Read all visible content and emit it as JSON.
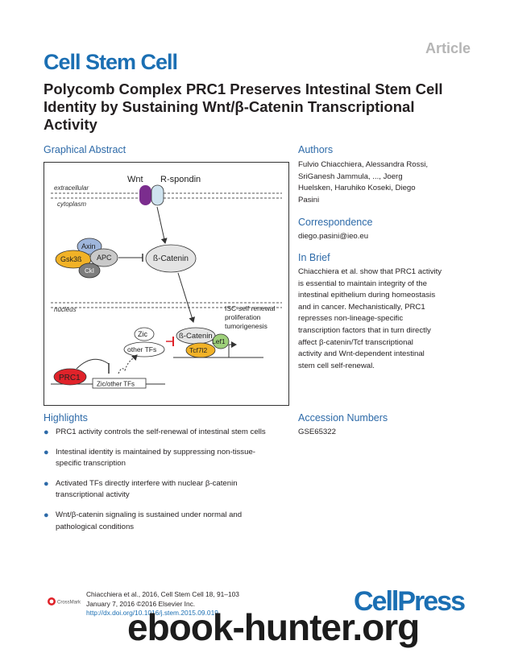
{
  "header": {
    "article_tag": "Article",
    "journal": "Cell Stem Cell",
    "title": "Polycomb Complex PRC1 Preserves Intestinal Stem Cell Identity by Sustaining Wnt/β-Catenin Transcriptional Activity"
  },
  "graphical_abstract": {
    "heading": "Graphical Abstract",
    "labels": {
      "wnt": "Wnt",
      "rspondin": "R-spondin",
      "extracellular": "extracellular",
      "cytoplasm": "cytoplasm",
      "axin": "Axin",
      "gsk": "Gsk3ß",
      "apc": "APC",
      "cki": "CkI",
      "bcatenin_cyto": "ß-Catenin",
      "nucleus": "nucleus",
      "isc1": "ISC-self renewal",
      "isc2": "proliferation",
      "isc3": "tumorigenesis",
      "zic": "Zic",
      "other_tfs": "other TFs",
      "bcatenin_nuc": "ß-Catenin",
      "lef1": "Lef1",
      "tcf7l2": "Tcf7l2",
      "prc1": "PRC1",
      "zic_other": "Zic/other TFs"
    },
    "colors": {
      "wnt": "#7b2d8e",
      "rspondin": "#cfe3ef",
      "axin": "#9fb6dc",
      "gsk": "#f1b227",
      "apc": "#c9c9c9",
      "cki": "#7d7d7d",
      "bcatenin": "#e4e4e4",
      "zic": "#ffffff",
      "tcf7l2": "#f1b227",
      "lef1": "#9ed07a",
      "prc1": "#e0232a",
      "inhibition": "#e0232a"
    }
  },
  "authors": {
    "heading": "Authors",
    "lines": [
      "Fulvio Chiacchiera, Alessandra Rossi,",
      "SriGanesh Jammula, ..., Joerg",
      "Huelsken, Haruhiko Koseki, Diego",
      "Pasini"
    ]
  },
  "correspondence": {
    "heading": "Correspondence",
    "email": "diego.pasini@ieo.eu"
  },
  "in_brief": {
    "heading": "In Brief",
    "lines": [
      "Chiacchiera et al. show that PRC1 activity",
      "is essential to maintain integrity of the",
      "intestinal epithelium during homeostasis",
      "and in cancer. Mechanistically, PRC1",
      "represses non-lineage-specific",
      "transcription factors that in turn directly",
      "affect β-catenin/Tcf transcriptional",
      "activity and Wnt-dependent intestinal",
      "stem cell self-renewal."
    ]
  },
  "highlights": {
    "heading": "Highlights",
    "items": [
      [
        "PRC1 activity controls the self-renewal of intestinal stem cells"
      ],
      [
        "Intestinal identity is maintained by suppressing non-tissue-",
        "specific transcription"
      ],
      [
        "Activated TFs directly interfere with nuclear β-catenin",
        "transcriptional activity"
      ],
      [
        "Wnt/β-catenin signaling is sustained under normal and",
        "pathological conditions"
      ]
    ]
  },
  "accession": {
    "heading": "Accession Numbers",
    "number": "GSE65322"
  },
  "footer": {
    "citation": "Chiacchiera et al., 2016, Cell Stem Cell 18, 91–103",
    "date": "January 7, 2016 ©2016 Elsevier Inc.",
    "doi": "http://dx.doi.org/10.1016/j.stem.2015.09.019",
    "crossmark": "CrossMark",
    "publisher": "CellPress"
  },
  "watermark": "ebook-hunter.org"
}
